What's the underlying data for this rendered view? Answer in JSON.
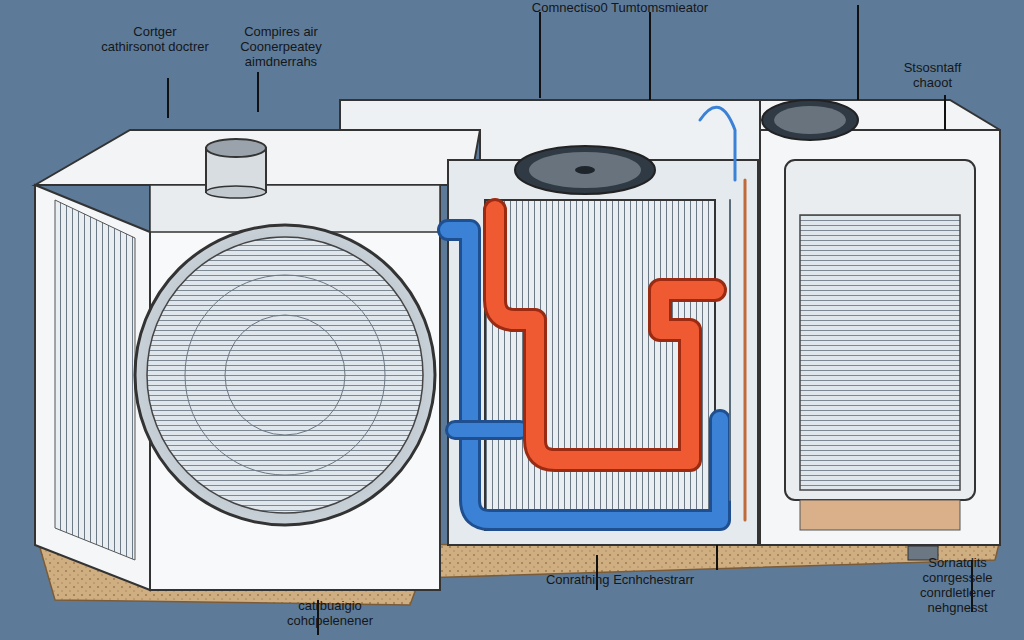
{
  "diagram": {
    "labels": [
      "Cortger cathirsonot doctrer",
      "Compires air Coonerpeatey aimdnerrahs",
      "Comnectiso0 Tumtomsmieator",
      "Stsosntaff chaoot",
      "Conrathing Ecnhchestrarr",
      "Sornatdits conrgessele conrdletlener nehgnesst",
      "catrbuaigio cohdpelenener"
    ]
  }
}
